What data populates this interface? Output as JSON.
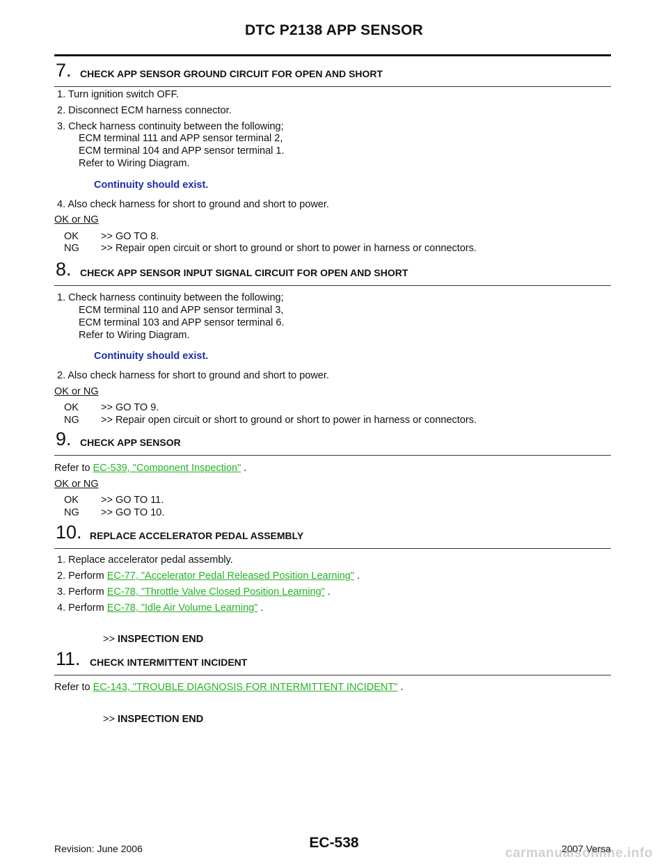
{
  "header": {
    "title": "DTC P2138 APP SENSOR"
  },
  "steps": [
    {
      "number": "7.",
      "title": "CHECK APP SENSOR GROUND CIRCUIT FOR OPEN AND SHORT",
      "items": [
        "1.  Turn ignition switch OFF.",
        "2.  Disconnect ECM harness connector.",
        "3.  Check harness continuity between the following;",
        "ECM terminal 111 and APP sensor terminal 2,",
        "ECM terminal 104 and APP sensor terminal 1.",
        "Refer to Wiring Diagram."
      ],
      "spec": "Continuity should exist.",
      "item4": "4.  Also check harness for short to ground and short to power.",
      "result_label": "OK or NG",
      "ok": "OK",
      "ok_action": ">> GO TO 8.",
      "ng": "NG",
      "ng_action": ">> Repair open circuit or short to ground or short to power in harness or connectors."
    },
    {
      "number": "8.",
      "title": "CHECK APP SENSOR INPUT SIGNAL CIRCUIT FOR OPEN AND SHORT",
      "items": [
        "1.  Check harness continuity between the following;",
        "ECM terminal 110 and APP sensor terminal 3,",
        "ECM terminal 103 and APP sensor terminal 6.",
        "Refer to Wiring Diagram."
      ],
      "spec": "Continuity should exist.",
      "item2": "2.  Also check harness for short to ground and short to power.",
      "result_label": "OK or NG",
      "ok": "OK",
      "ok_action": ">> GO TO 9.",
      "ng": "NG",
      "ng_action": ">> Repair open circuit or short to ground or short to power in harness or connectors."
    },
    {
      "number": "9.",
      "title": "CHECK APP SENSOR",
      "refer_prefix": "Refer to ",
      "refer_link": "EC-539, \"Component Inspection\"",
      "refer_suffix": " .",
      "result_label": "OK or NG",
      "ok": "OK",
      "ok_action": ">> GO TO 11.",
      "ng": "NG",
      "ng_action": ">> GO TO 10."
    },
    {
      "number": "10.",
      "title": "REPLACE ACCELERATOR PEDAL ASSEMBLY",
      "item1": "1.  Replace accelerator pedal assembly.",
      "item2_prefix": "2.  Perform ",
      "item2_link": "EC-77, \"Accelerator Pedal Released Position Learning\"",
      "item3_prefix": "3.  Perform ",
      "item3_link": "EC-78, \"Throttle Valve Closed Position Learning\"",
      "item4_prefix": "4.  Perform ",
      "item4_link": "EC-78, \"Idle Air Volume Learning\"",
      "suffix": " .",
      "end_prefix": ">> ",
      "end_label": "INSPECTION END"
    },
    {
      "number": "11.",
      "title": "CHECK INTERMITTENT INCIDENT",
      "refer_prefix": "Refer to ",
      "refer_link": "EC-143, \"TROUBLE DIAGNOSIS FOR INTERMITTENT INCIDENT\"",
      "refer_suffix": " .",
      "end_prefix": ">> ",
      "end_label": "INSPECTION END"
    }
  ],
  "footer": {
    "revision": "Revision: June 2006",
    "page": "EC-538",
    "model": "2007 Versa",
    "watermark": "carmanualsonline.info"
  },
  "colors": {
    "link": "#26b226",
    "spec": "#1a2ea8"
  }
}
